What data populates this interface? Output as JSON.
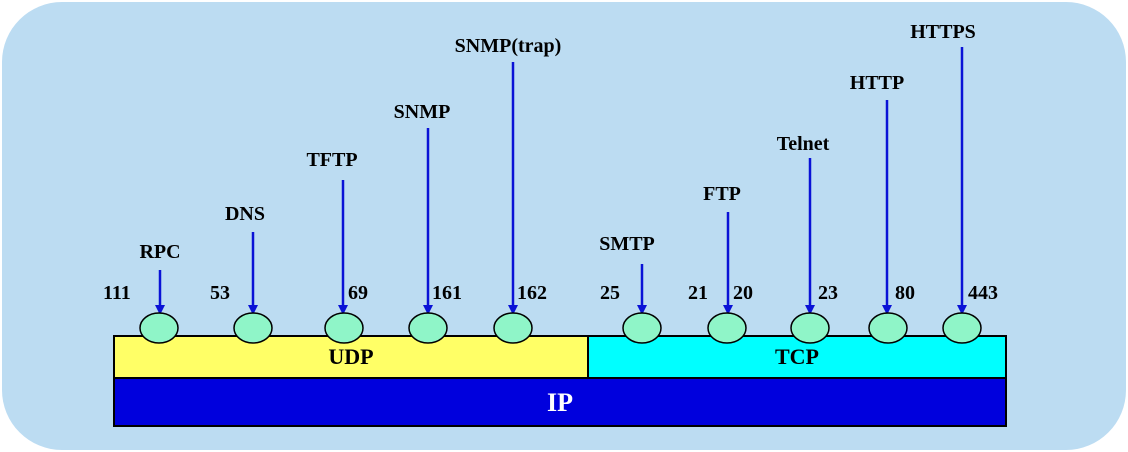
{
  "colors": {
    "background_panel": "#bcdcf2",
    "udp_fill": "#ffff66",
    "tcp_fill": "#00ffff",
    "ip_fill": "#0000dd",
    "port_circle": "#8ff5c8",
    "arrow": "#0a12d6"
  },
  "layers": {
    "udp_label": "UDP",
    "tcp_label": "TCP",
    "ip_label": "IP"
  },
  "services": [
    {
      "protocol": "RPC",
      "port": "111",
      "layer": "UDP"
    },
    {
      "protocol": "DNS",
      "port": "53",
      "layer": "UDP"
    },
    {
      "protocol": "TFTP",
      "port": "69",
      "layer": "UDP"
    },
    {
      "protocol": "SNMP",
      "port": "161",
      "layer": "UDP"
    },
    {
      "protocol": "SNMP(trap)",
      "port": "162",
      "layer": "UDP"
    },
    {
      "protocol": "SMTP",
      "port": "25",
      "layer": "TCP"
    },
    {
      "protocol": "FTP",
      "port": "21",
      "layer": "TCP"
    },
    {
      "protocol": "",
      "port": "20",
      "layer": "TCP"
    },
    {
      "protocol": "Telnet",
      "port": "23",
      "layer": "TCP"
    },
    {
      "protocol": "HTTP",
      "port": "80",
      "layer": "TCP"
    },
    {
      "protocol": "HTTPS",
      "port": "443",
      "layer": "TCP"
    }
  ]
}
